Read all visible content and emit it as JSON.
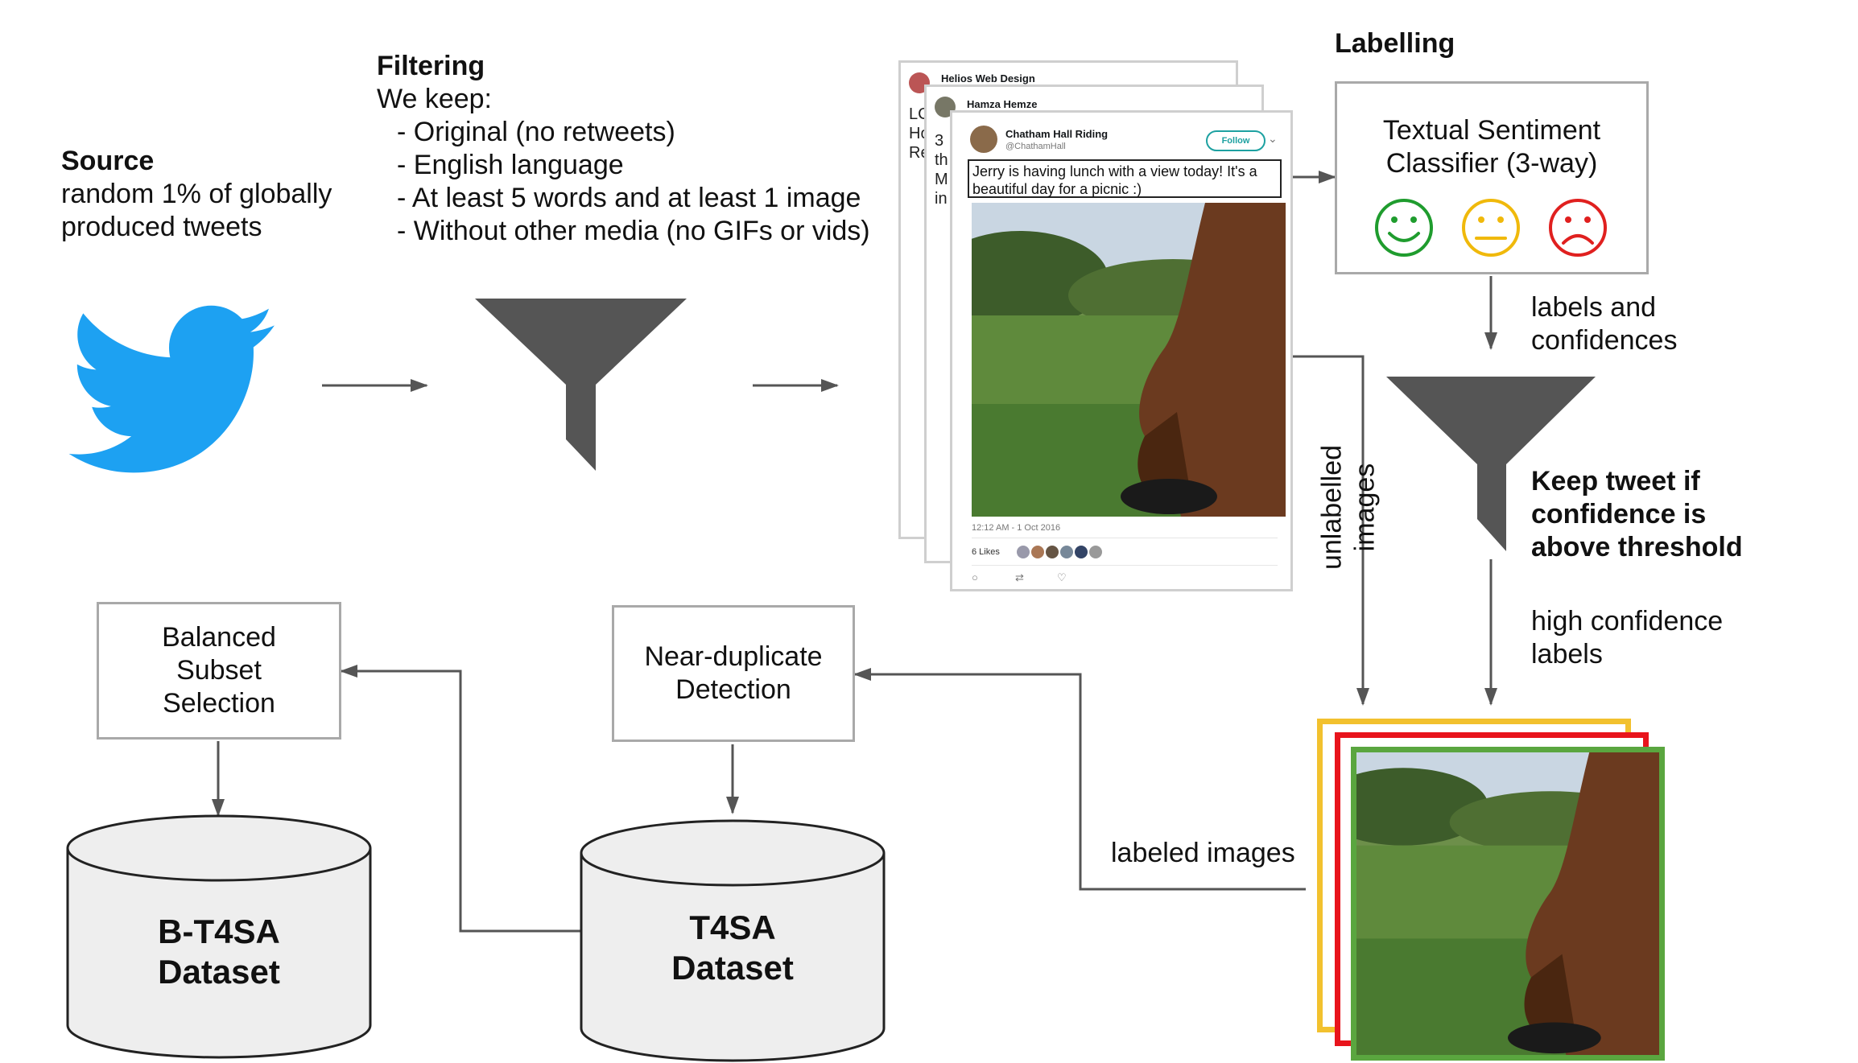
{
  "source": {
    "title": "Source",
    "desc_line1": "random 1% of globally",
    "desc_line2": "produced tweets"
  },
  "filtering": {
    "title": "Filtering",
    "intro": "We keep:",
    "items": [
      "- Original (no retweets)",
      "- English language",
      "- At least 5 words and at least 1 image",
      "- Without other media (no GIFs or vids)"
    ]
  },
  "labelling": {
    "title": "Labelling",
    "classifier_line1": "Textual Sentiment",
    "classifier_line2": "Classifier (3-way)",
    "labels_line1": "labels and",
    "labels_line2": "confidences",
    "keep_line1": "Keep tweet if",
    "keep_line2": "confidence is",
    "keep_line3": "above threshold",
    "high_line1": "high confidence",
    "high_line2": "labels"
  },
  "tweets": {
    "back_user": "Helios Web Design",
    "mid_user": "Hamza Hemze",
    "front_user": "Chatham Hall Riding",
    "front_handle": "@ChathamHall",
    "follow_label": "Follow",
    "text": "Jerry is having lunch with a view today! It's a beautiful day for a picnic :)",
    "timestamp": "12:12 AM - 1 Oct 2016",
    "likes": "6 Likes",
    "back_fragments": [
      "LC",
      "Ho",
      "Re"
    ],
    "mid_fragments": [
      "3",
      "th",
      "M",
      "in"
    ]
  },
  "labels": {
    "unlabelled": "unlabelled images",
    "labeled": "labeled images"
  },
  "boxes": {
    "near_dup": "Near-duplicate\nDetection",
    "balanced": "Balanced\nSubset\nSelection"
  },
  "datasets": {
    "t4sa": "T4SA\nDataset",
    "bt4sa": "B-T4SA\nDataset"
  },
  "colors": {
    "twitter_blue": "#1da1f2",
    "funnel_gray": "#555555",
    "positive": "#1f9c2e",
    "neutral": "#f0b90b",
    "negative": "#e0201f",
    "frame_yellow": "#f2c12e",
    "frame_red": "#e8141c",
    "frame_green": "#5aa63f",
    "db_fill": "#eeeeee"
  }
}
